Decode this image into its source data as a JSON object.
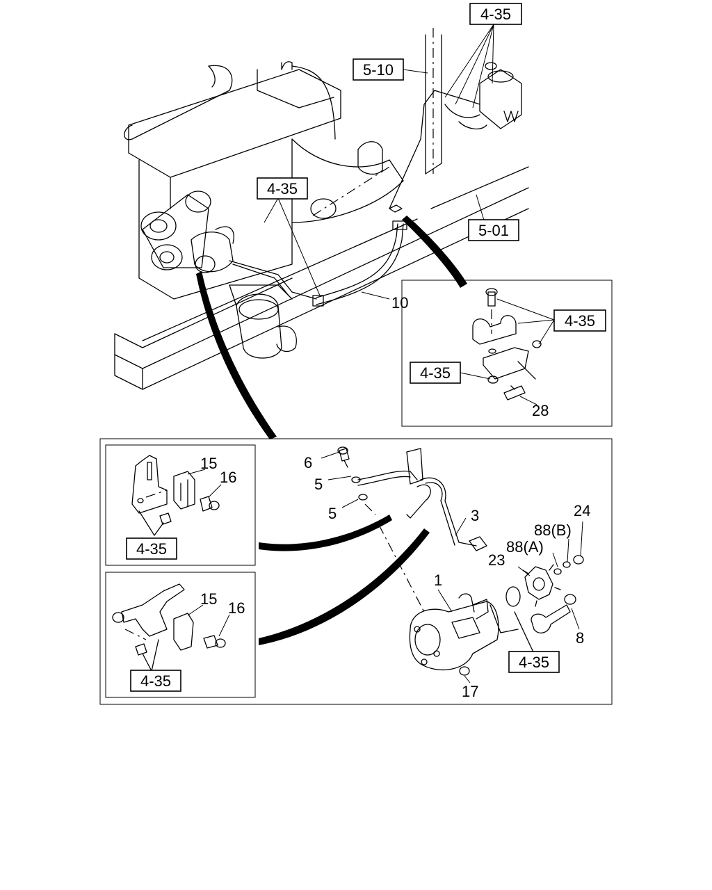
{
  "ref_labels": [
    "4-35",
    "5-10",
    "4-35",
    "5-01",
    "4-35",
    "4-35",
    "4-35",
    "4-35",
    "4-35"
  ],
  "part_numbers": [
    "10",
    "28",
    "6",
    "5",
    "5",
    "3",
    "15",
    "16",
    "24",
    "88(B)",
    "88(A)",
    "23",
    "1",
    "8",
    "15",
    "16",
    "17"
  ]
}
